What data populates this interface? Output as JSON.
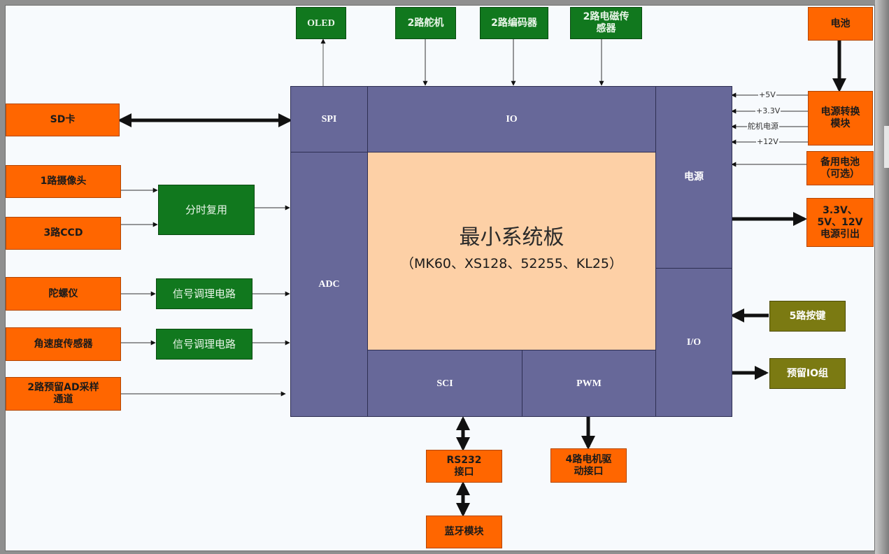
{
  "core": {
    "title": "最小系统板",
    "subtitle": "（MK60、XS128、52255、KL25）"
  },
  "mcu_blocks": {
    "spi": "SPI",
    "io_top": "IO",
    "adc": "ADC",
    "power": "电源",
    "io_right": "I/O",
    "sci": "SCI",
    "pwm": "PWM"
  },
  "top_modules": {
    "oled": "OLED",
    "servo": "2路舵机",
    "encoder": "2路编码器",
    "em_sensor": "2路电磁传\n感器"
  },
  "left_modules": {
    "sd_card": "SD卡",
    "camera": "1路摄像头",
    "ccd": "3路CCD",
    "mux": "分时复用",
    "gyro": "陀螺仪",
    "signal_cond_1": "信号调理电路",
    "angular_sensor": "角速度传感器",
    "signal_cond_2": "信号调理电路",
    "ad_channels": "2路预留AD采样\n通道"
  },
  "right_modules": {
    "battery": "电池",
    "power_converter": "电源转换\n模块",
    "backup_battery": "备用电池\n（可选）",
    "power_out": "3.3V、\n5V、12V\n电源引出",
    "keys": "5路按键",
    "reserved_io": "预留IO组"
  },
  "voltage_labels": {
    "v5": "+5V",
    "v33": "+3.3V",
    "servo_power": "舵机电源",
    "v12": "+12V"
  },
  "bottom_modules": {
    "rs232": "RS232\n接口",
    "motor_driver": "4路电机驱\n动接口",
    "bluetooth": "蓝牙模块"
  },
  "colors": {
    "orange": "#ff6600",
    "green": "#11781e",
    "olive": "#7b7a12",
    "mcu_purple": "#676899",
    "core_peach": "#fdd0a6"
  }
}
